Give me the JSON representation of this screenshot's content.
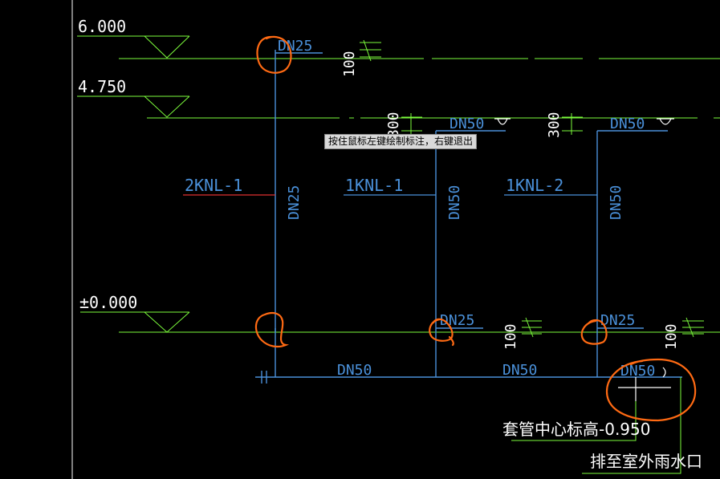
{
  "colors": {
    "background": "#000000",
    "pipe": "#4a90d9",
    "dimension": "#7cfc3c",
    "text_white": "#ffffff",
    "annotation": "#ff6a13",
    "branch_red": "#e03030"
  },
  "levels": {
    "top": "6.000",
    "mid": "4.750",
    "ground": "±0.000"
  },
  "pipe_labels": {
    "riser_top_left": "DN25",
    "riser_left_vertical": "DN25",
    "roof_drain_1": "DN50",
    "roof_drain_2": "DN50",
    "riser_mid_vertical": "DN50",
    "riser_right_vertical": "DN50",
    "ground_branch_mid": "DN25",
    "ground_branch_right": "DN25",
    "main_1": "DN50",
    "main_2": "DN50",
    "outlet": "DN50"
  },
  "riser_tags": {
    "left": "2KNL-1",
    "mid": "1KNL-1",
    "right": "1KNL-2"
  },
  "dimensions": {
    "top": "100",
    "ground_mid": "100",
    "ground_right": "100",
    "drain_1": "300",
    "drain_2": "300"
  },
  "notes": {
    "sleeve_elevation": "套管中心标高-0.950",
    "discharge": "排至室外雨水口"
  },
  "tooltip": "按住鼠标左键绘制标注，右键退出"
}
